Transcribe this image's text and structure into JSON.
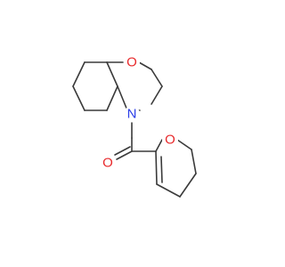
{
  "molecule": {
    "atoms": [
      {
        "id": "O1",
        "label": "O",
        "color": "#e8292b"
      },
      {
        "id": "N1",
        "label": "N",
        "color": "#2b3ee8"
      },
      {
        "id": "O2",
        "label": "O",
        "color": "#e8292b"
      },
      {
        "id": "O3",
        "label": "O",
        "color": "#e8292b"
      }
    ],
    "bond_color": "#3a3a3a"
  }
}
